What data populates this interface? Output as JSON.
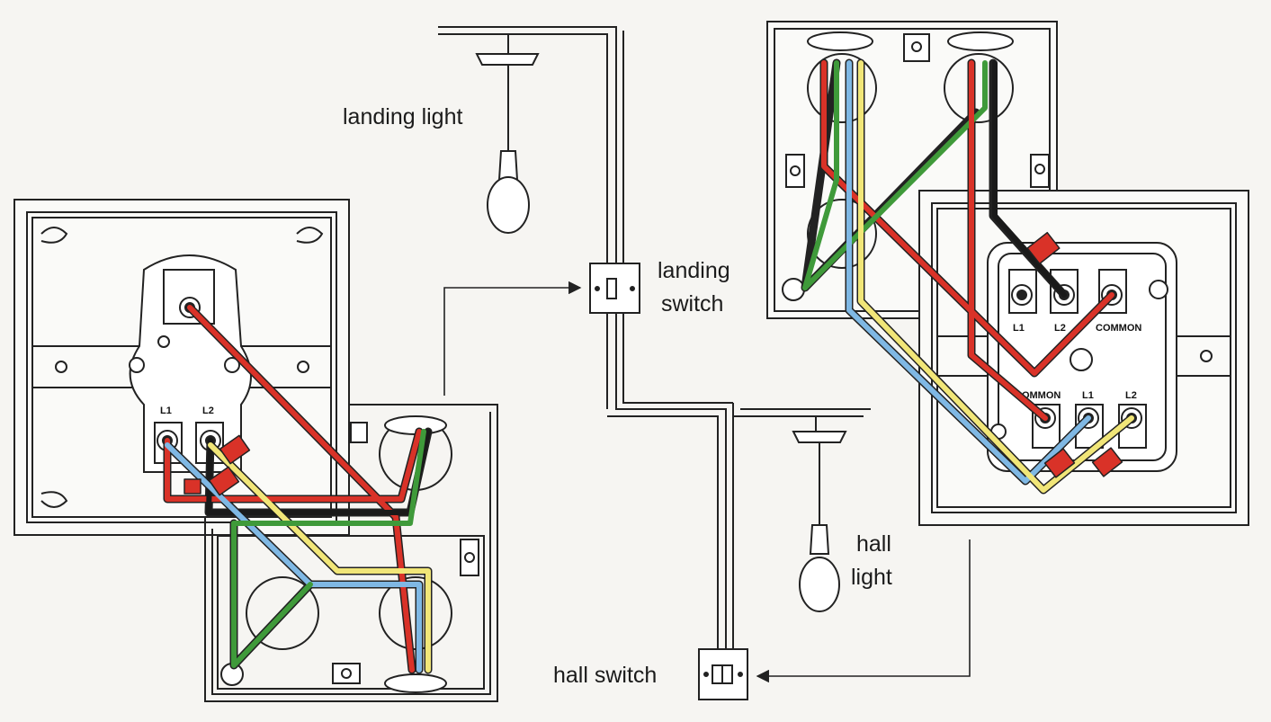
{
  "labels": {
    "landing_light": "landing light",
    "landing_switch": [
      "landing",
      "switch"
    ],
    "hall_light": [
      "hall",
      "light"
    ],
    "hall_switch": "hall switch"
  },
  "terminals": {
    "left_switch": [
      "L1",
      "L2"
    ],
    "right_switch_top": [
      "L1",
      "L2",
      "COMMON"
    ],
    "right_switch_bottom": [
      "COMMON",
      "L1",
      "L2"
    ]
  },
  "colors": {
    "red": "#d93228",
    "green": "#3f9a3a",
    "blue": "#7fb8e4",
    "yellow": "#f1e678",
    "black": "#1a1a1a",
    "line": "#222222"
  }
}
